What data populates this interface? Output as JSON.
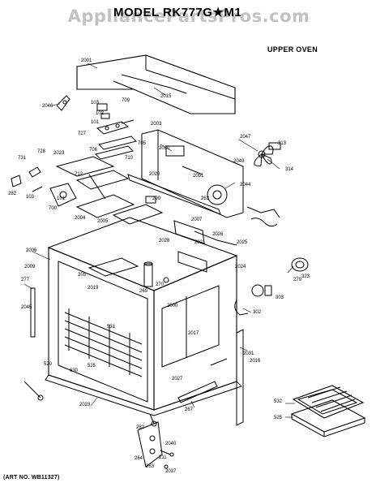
{
  "header": {
    "watermark": "AppliancePartsPros.com",
    "model": "MODEL RK777G★M1",
    "section": "UPPER OVEN"
  },
  "footer": {
    "art_number": "(ART NO. WB11327)"
  },
  "part_labels": [
    "2001",
    "2015",
    "2046",
    "103",
    "102",
    "101",
    "727",
    "706",
    "705",
    "710",
    "709",
    "2003",
    "2030",
    "2047",
    "313",
    "314",
    "731",
    "728",
    "2023",
    "712",
    "2020",
    "2051",
    "2049",
    "2044",
    "282",
    "103",
    "101",
    "700",
    "2004",
    "2005",
    "290",
    "263",
    "2007",
    "2026",
    "2021",
    "2025",
    "2028",
    "2024",
    "2006",
    "2009",
    "323",
    "277",
    "205",
    "279",
    "2045",
    "2019",
    "2000",
    "269",
    "270",
    "303",
    "302",
    "2031",
    "2016",
    "2017",
    "520",
    "531",
    "630",
    "525",
    "2027",
    "2023",
    "282",
    "267",
    "532",
    "525",
    "2040",
    "211",
    "264",
    "263",
    "2037"
  ],
  "icons": {
    "diagram": "exploded-parts-diagram-icon",
    "broiler_pan": "broiler-pan-icon",
    "light_bulb": "light-bulb-icon",
    "fan": "fan-blade-icon"
  }
}
